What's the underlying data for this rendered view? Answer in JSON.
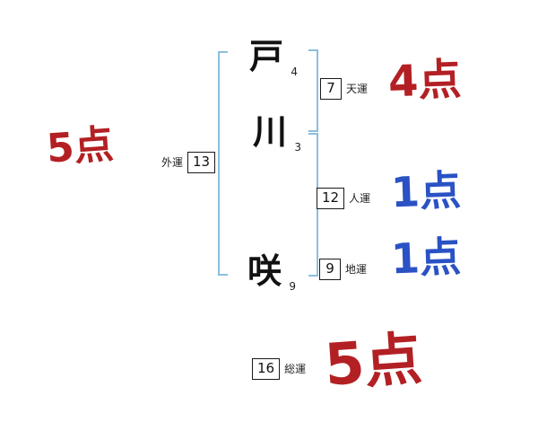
{
  "chart": {
    "characters": [
      {
        "char": "戸",
        "strokes": "4"
      },
      {
        "char": "川",
        "strokes": "3"
      },
      {
        "char": "咲",
        "strokes": "9"
      }
    ],
    "fortunes": {
      "outer": {
        "label": "外運",
        "value": "13",
        "score": "5点"
      },
      "heaven": {
        "label": "天運",
        "value": "7",
        "score": "4点"
      },
      "person": {
        "label": "人運",
        "value": "12",
        "score": "1点"
      },
      "earth": {
        "label": "地運",
        "value": "9",
        "score": "1点"
      },
      "total": {
        "label": "総運",
        "value": "16",
        "score": "5点"
      }
    },
    "colors": {
      "score_red": "#b32024",
      "score_blue": "#2a52c4",
      "bracket_blue": "#8cbfdc"
    }
  }
}
